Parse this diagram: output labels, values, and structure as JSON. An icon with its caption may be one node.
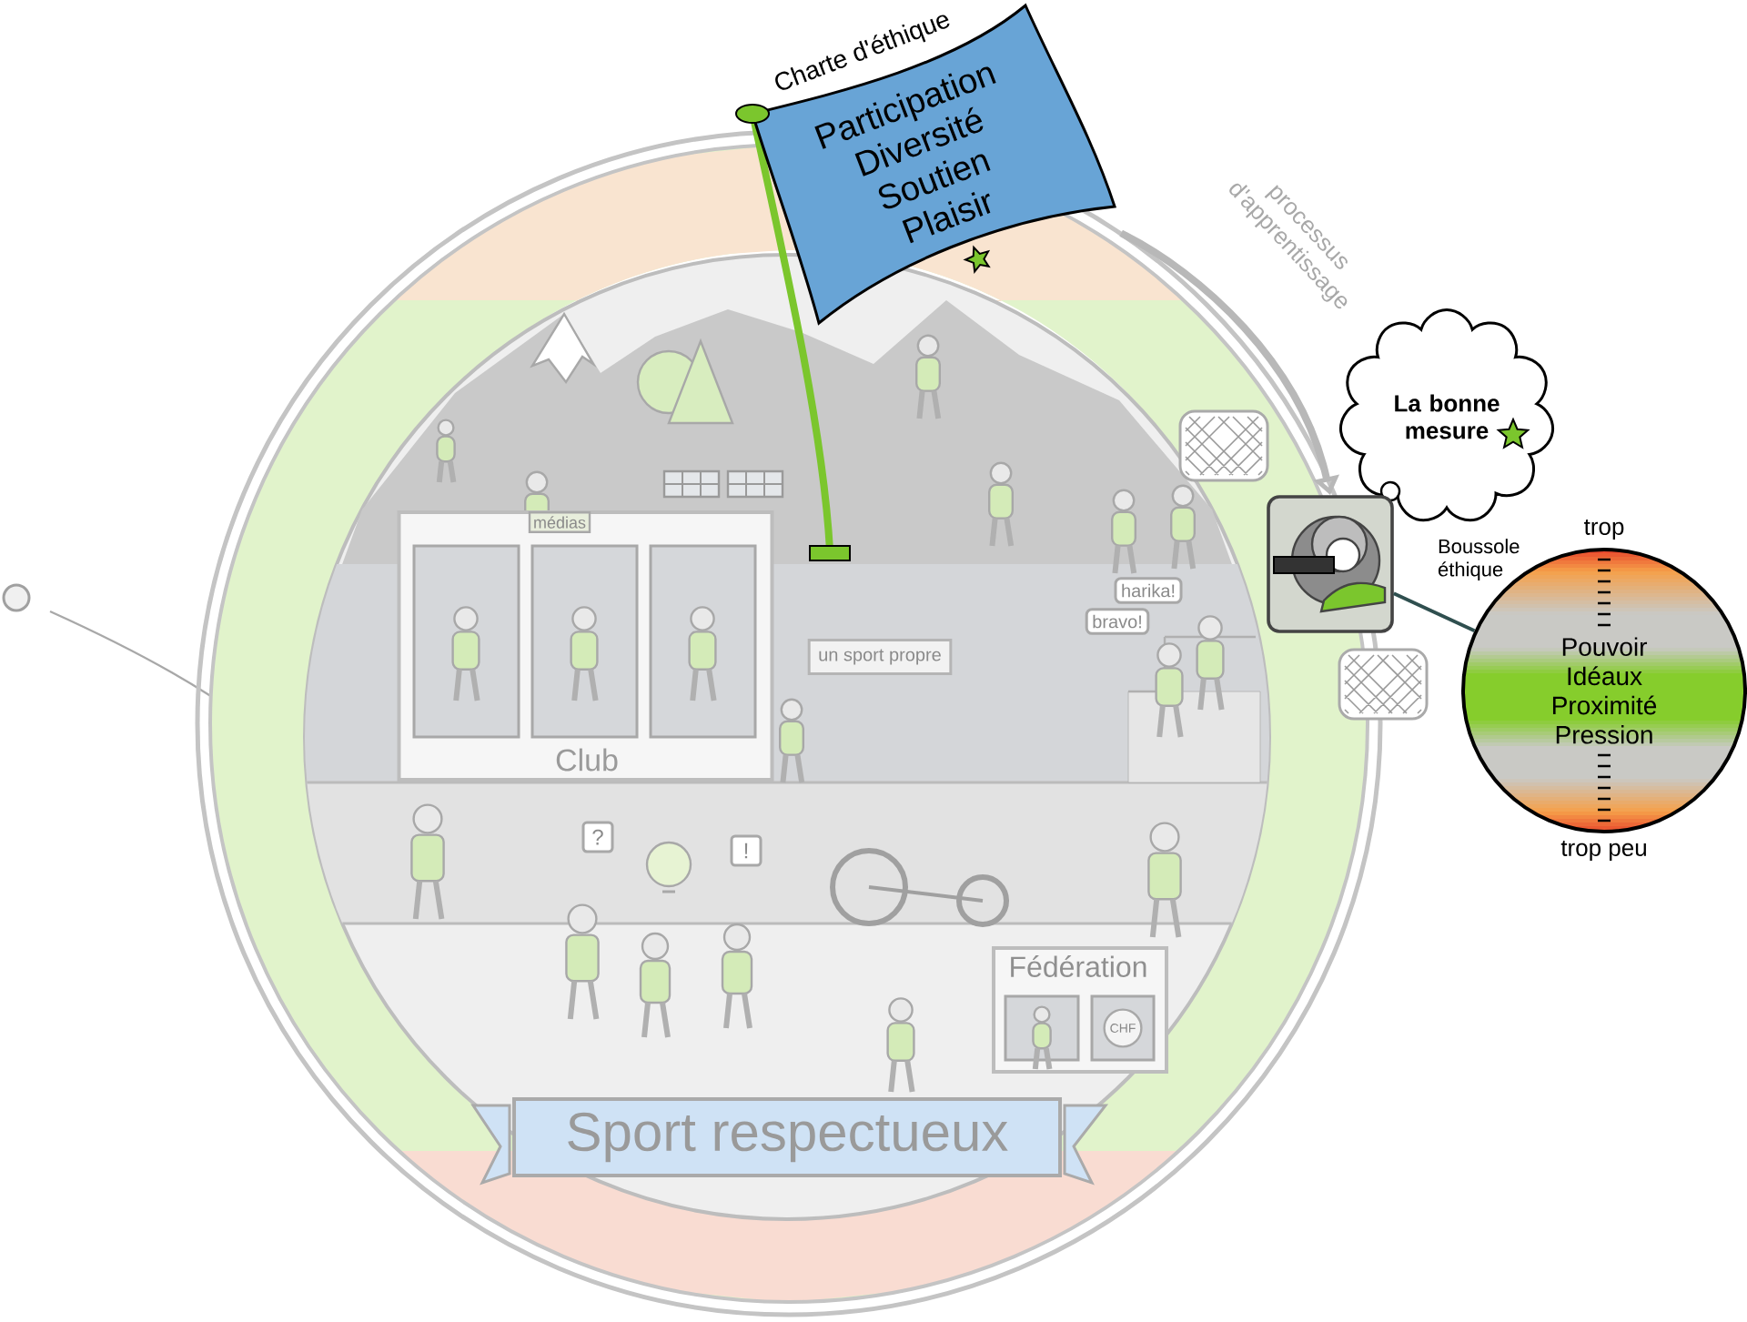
{
  "diagram": {
    "nodes": [
      {
        "text": [
          "Charte d'éthique",
          "Participation",
          "Diversité",
          "Soutien",
          "Plaisir"
        ]
      },
      {
        "text": [
          "médias",
          "Club"
        ]
      },
      {
        "text": [
          "un sport propre"
        ]
      },
      {
        "text": [
          "harika!"
        ]
      },
      {
        "text": [
          "bravo!"
        ]
      },
      {
        "text": [
          "Fédération"
        ]
      },
      {
        "text": [
          "CHF"
        ],
        "in": 5
      },
      {
        "text": [
          "Sport respectueux"
        ]
      },
      {
        "text": [
          "La bonne mesure"
        ]
      },
      {
        "text": [],
        "shape": "picture"
      },
      {
        "text": [
          "Pouvoir",
          "Idéaux",
          "Proximité",
          "Pression"
        ],
        "beside": [
          "trop",
          "trop peu"
        ]
      }
    ],
    "edges": [
      {
        "from": 0,
        "to": 9,
        "arrow": "to",
        "label": "processus d'apprentissage",
        "style": "thick",
        "color": "#b8b8b8"
      },
      {
        "from": 9,
        "to": 10,
        "arrow": "none",
        "color": "#2f4f4f"
      }
    ],
    "labels": [
      "Boussole éthique",
      "?",
      "!"
    ]
  }
}
